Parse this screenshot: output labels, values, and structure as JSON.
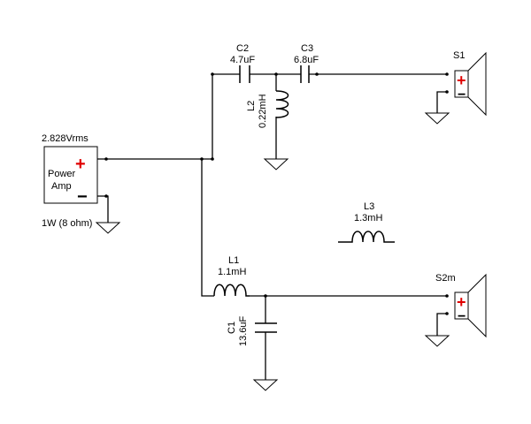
{
  "amp": {
    "voltage": "2.828Vrms",
    "label_line1": "Power",
    "label_line2": "Amp",
    "power": "1W (8 ohm)",
    "plus": "+",
    "minus": "−"
  },
  "components": {
    "c2": {
      "name": "C2",
      "value": "4.7uF"
    },
    "c3": {
      "name": "C3",
      "value": "6.8uF"
    },
    "l2": {
      "name": "L2",
      "value": "0.22mH"
    },
    "l3": {
      "name": "L3",
      "value": "1.3mH"
    },
    "l1": {
      "name": "L1",
      "value": "1.1mH"
    },
    "c1": {
      "name": "C1",
      "value": "13.6uF"
    }
  },
  "speakers": {
    "s1": {
      "name": "S1",
      "plus": "+",
      "minus": "−"
    },
    "s2": {
      "name": "S2m",
      "plus": "+",
      "minus": "−"
    }
  },
  "colors": {
    "wire": "#000000",
    "polarity_plus": "#e00000",
    "polarity_minus": "#000000"
  }
}
